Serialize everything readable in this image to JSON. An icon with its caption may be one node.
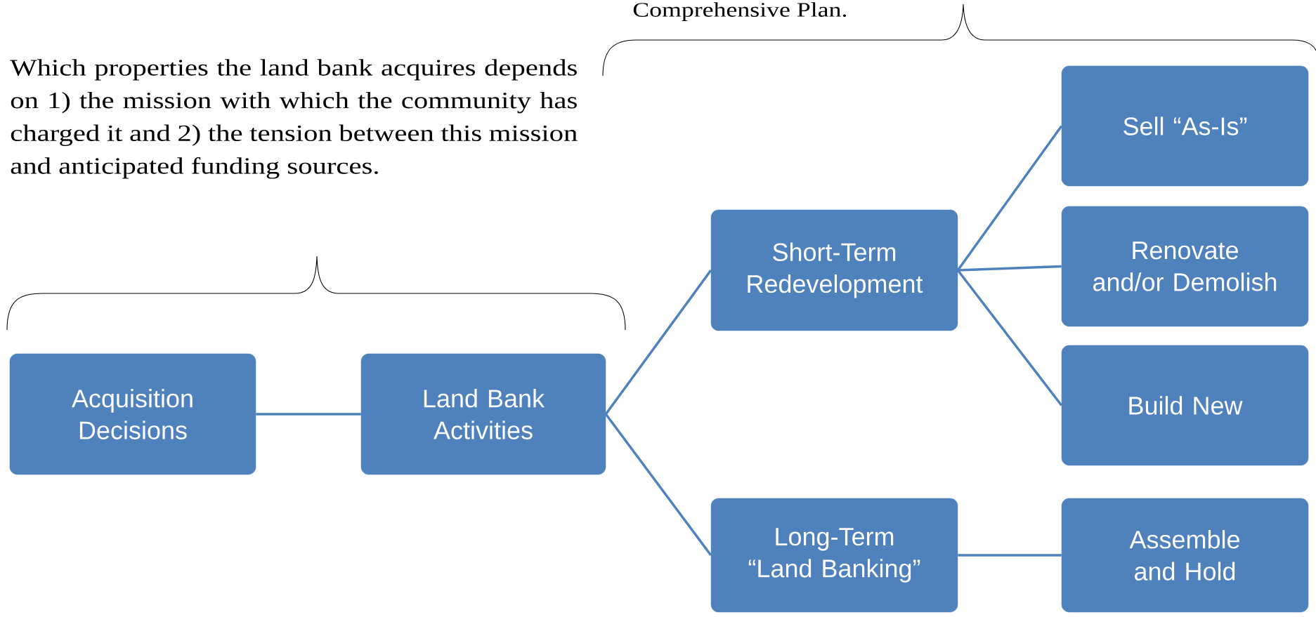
{
  "diagram": {
    "nodes": [
      {
        "text": [
          "Acquisition Decisions"
        ]
      },
      {
        "text": [
          "Land Bank Activities"
        ]
      },
      {
        "text": [
          "Short-Term Redevelopment"
        ]
      },
      {
        "text": [
          "Long-Term “Land Banking”"
        ]
      },
      {
        "text": [
          "Sell “As-Is”"
        ]
      },
      {
        "text": [
          "Renovate and/or Demolish"
        ]
      },
      {
        "text": [
          "Build New"
        ]
      },
      {
        "text": [
          "Assemble and Hold"
        ]
      }
    ],
    "edges": [
      {
        "from": 0,
        "to": 1,
        "arrow": "none"
      },
      {
        "from": 1,
        "to": 2,
        "arrow": "none"
      },
      {
        "from": 1,
        "to": 3,
        "arrow": "none"
      },
      {
        "from": 2,
        "to": 4,
        "arrow": "none"
      },
      {
        "from": 2,
        "to": 5,
        "arrow": "none"
      },
      {
        "from": 2,
        "to": 6,
        "arrow": "none"
      },
      {
        "from": 3,
        "to": 7,
        "arrow": "none"
      }
    ],
    "labels": [
      "Comprehensive Plan.",
      "Which properties the land bank acquires depends on 1) the mission with which the community has charged it and 2) the tension between this mission and anticipated funding sources."
    ]
  }
}
